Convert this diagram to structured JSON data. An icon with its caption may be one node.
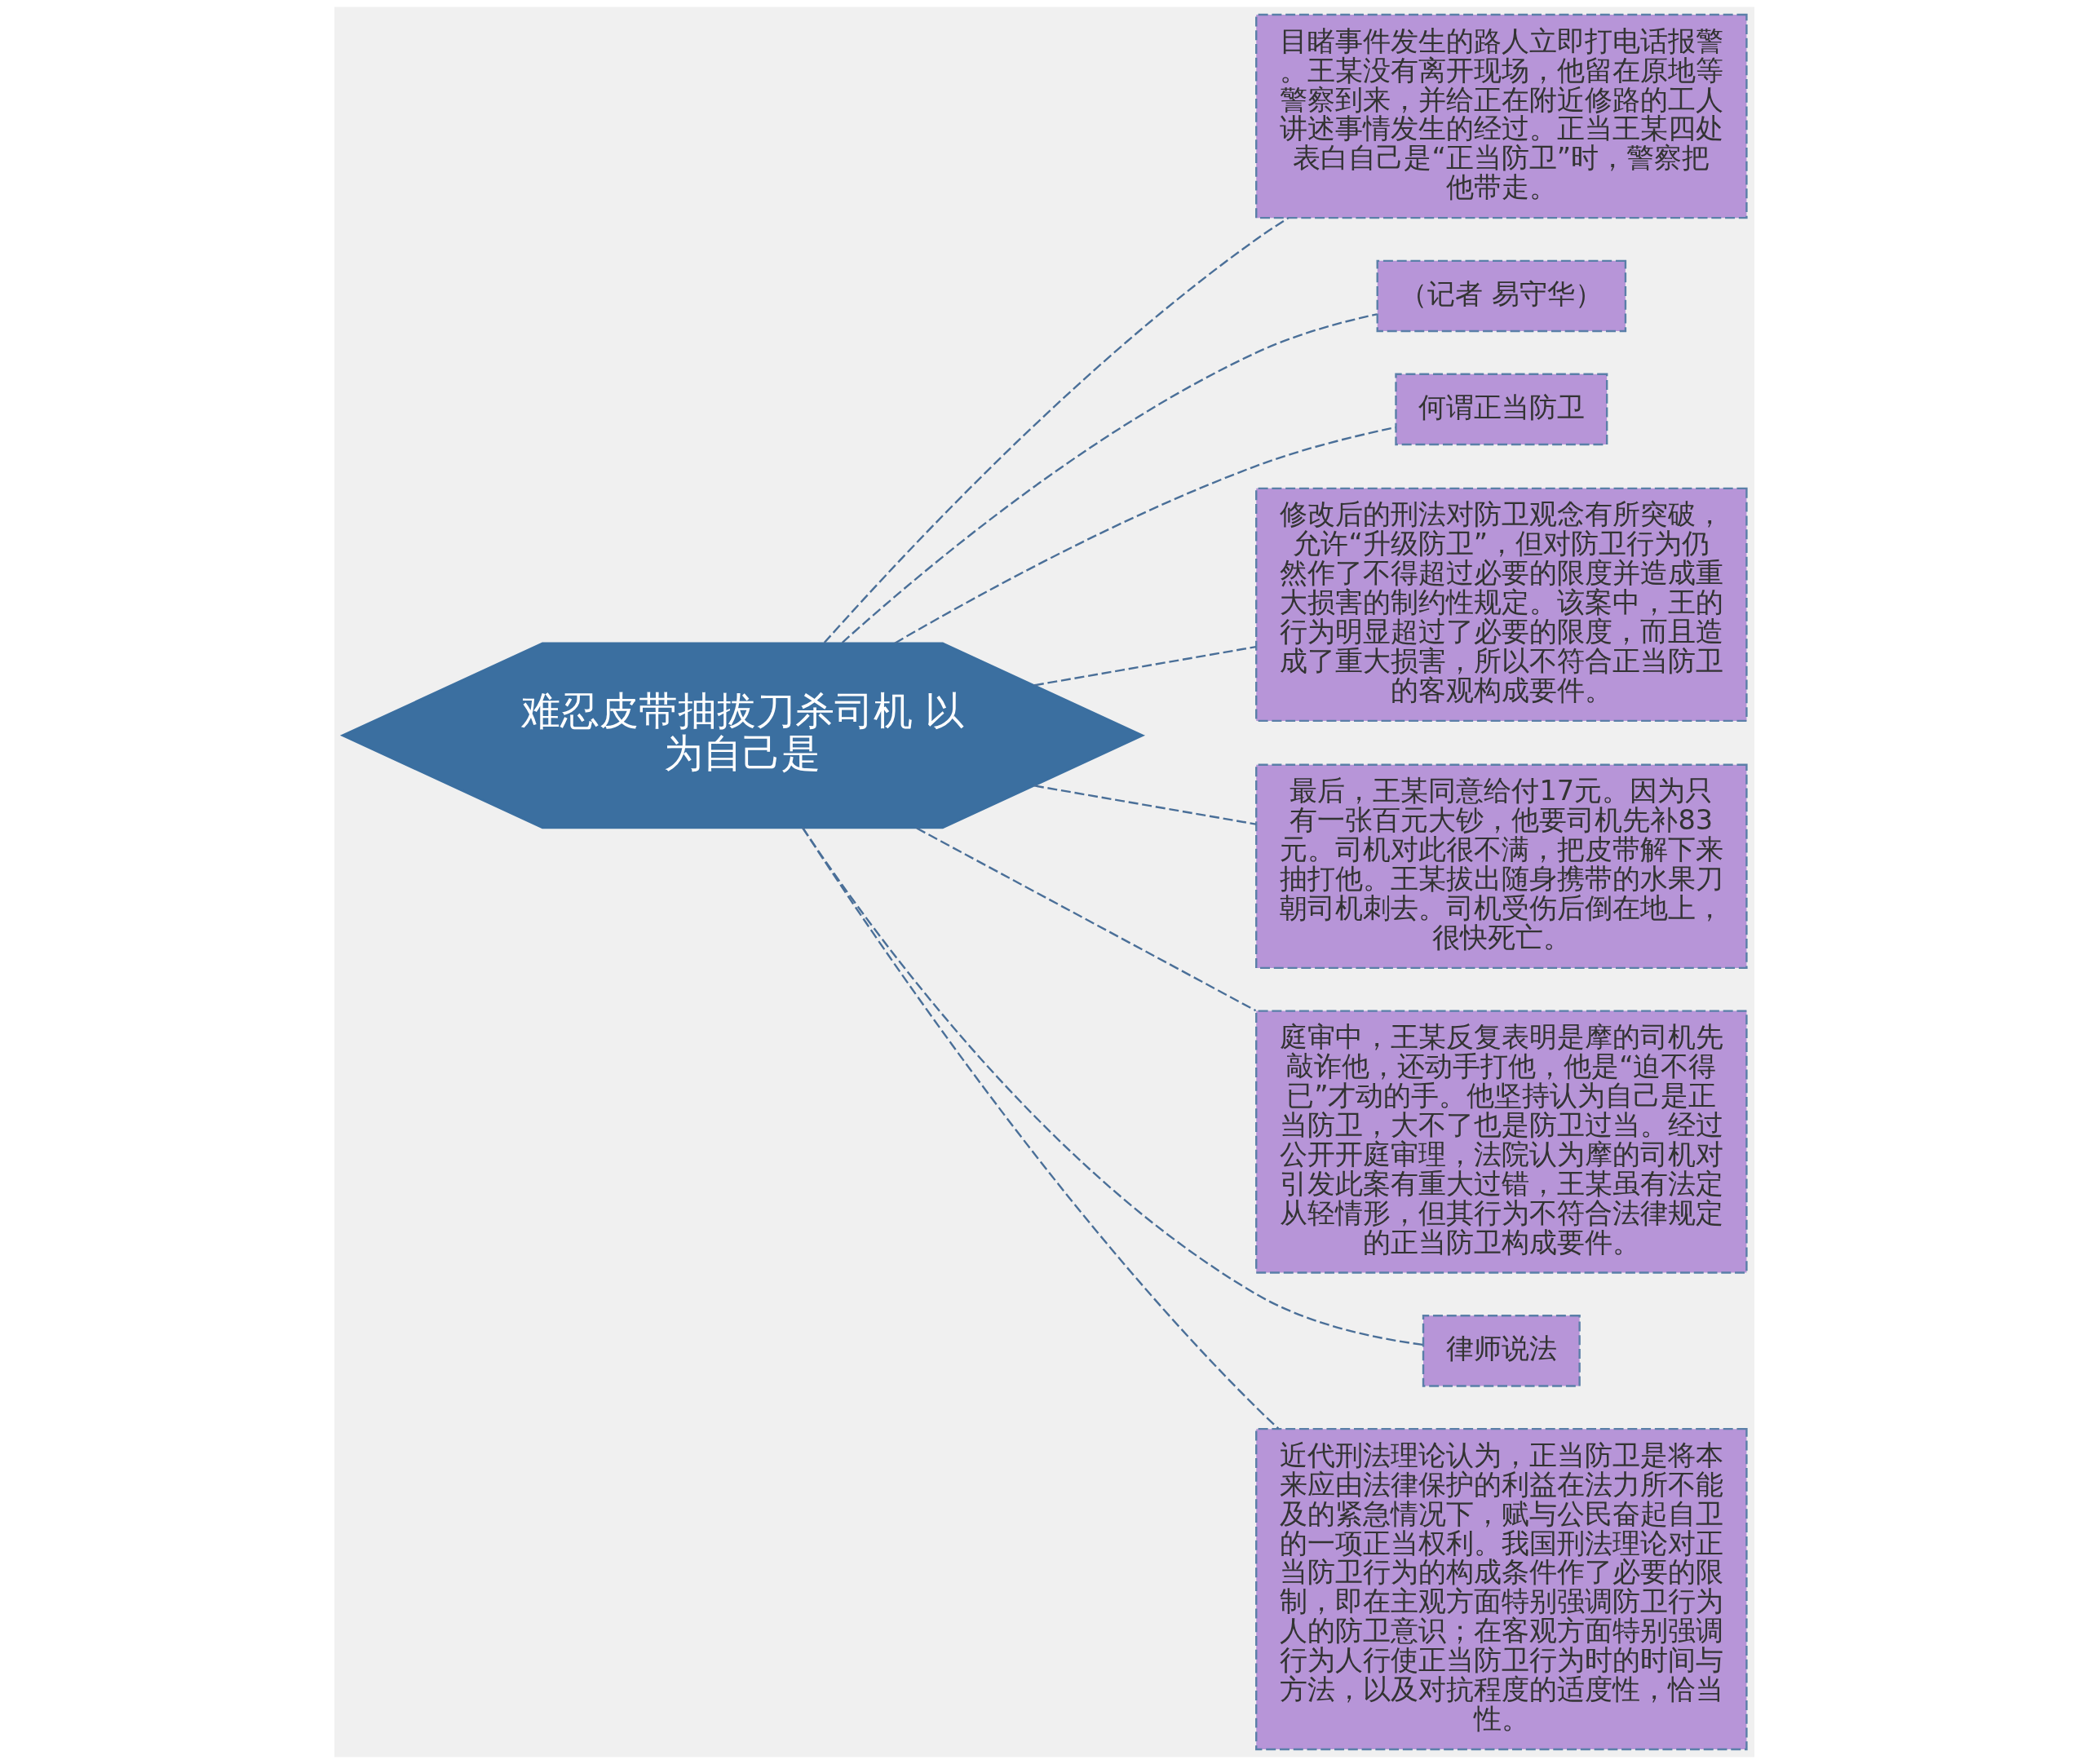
{
  "diagram": {
    "nodes": [
      {
        "text": [
          "难忍皮带抽拔刀杀司机 以为自己是"
        ]
      },
      {
        "text": [
          "目睹事件发生的路人立即打电话报警。王某没有离开现场，他留在原地等警察到来，并给正在附近修路的工人讲述事情发生的经过。正当王某四处表白自己是“正当防卫”时，警察把他带走。"
        ]
      },
      {
        "text": [
          "（记者 易守华）"
        ]
      },
      {
        "text": [
          "何谓正当防卫"
        ]
      },
      {
        "text": [
          "修改后的刑法对防卫观念有所突破，允许“升级防卫”，但对防卫行为仍然作了不得超过必要的限度并造成重大损害的制约性规定。该案中，王的行为明显超过了必要的限度，而且造成了重大损害，所以不符合正当防卫的客观构成要件。"
        ]
      },
      {
        "text": [
          "最后，王某同意给付17元。因为只有一张百元大钞，他要司机先补83元。司机对此很不满，把皮带解下来抽打他。王某拔出随身携带的水果刀朝司机刺去。司机受伤后倒在地上，很快死亡。"
        ]
      },
      {
        "text": [
          "庭审中，王某反复表明是摩的司机先敲诈他，还动手打他，他是“迫不得已”才动的手。他坚持认为自己是正当防卫，大不了也是防卫过当。经过公开开庭审理，法院认为摩的司机对引发此案有重大过错，王某虽有法定从轻情形，但其行为不符合法律规定的正当防卫构成要件。"
        ]
      },
      {
        "text": [
          "律师说法"
        ]
      },
      {
        "text": [
          "近代刑法理论认为，正当防卫是将本来应由法律保护的利益在法力所不能及的紧急情况下，赋与公民奋起自卫的一项正当权利。我国刑法理论对正当防卫行为的构成条件作了必要的限制，即在主观方面特别强调防卫行为人的防卫意识；在客观方面特别强调行为人行使正当防卫行为时的时间与方法，以及对抗程度的适度性，恰当性。"
        ]
      }
    ],
    "edges": [
      {
        "from": 0,
        "to": 1,
        "arrow": "none"
      },
      {
        "from": 0,
        "to": 2,
        "arrow": "none"
      },
      {
        "from": 0,
        "to": 3,
        "arrow": "none"
      },
      {
        "from": 0,
        "to": 4,
        "arrow": "none"
      },
      {
        "from": 0,
        "to": 5,
        "arrow": "none"
      },
      {
        "from": 0,
        "to": 6,
        "arrow": "none"
      },
      {
        "from": 0,
        "to": 7,
        "arrow": "none"
      },
      {
        "from": 0,
        "to": 8,
        "arrow": "none"
      }
    ]
  }
}
